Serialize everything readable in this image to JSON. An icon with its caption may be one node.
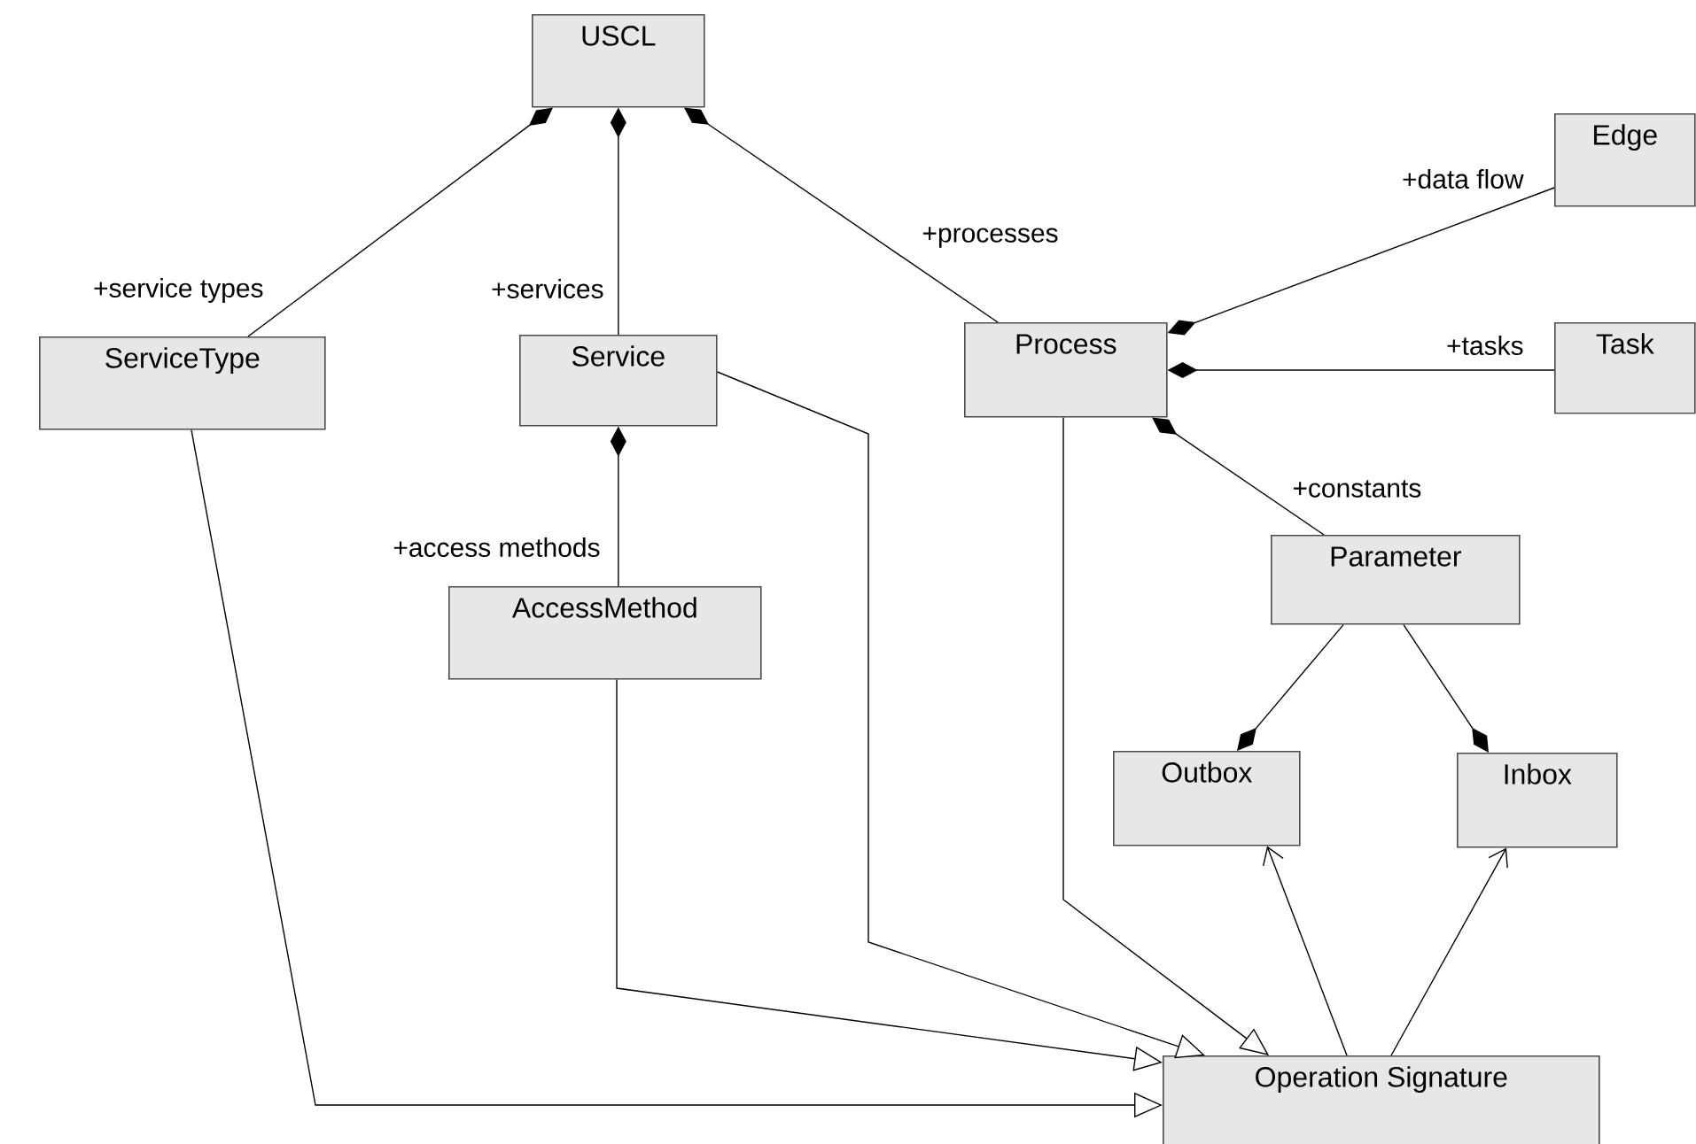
{
  "diagram": {
    "nodes": [
      {
        "text": [
          "USCL"
        ]
      },
      {
        "text": [
          "Edge"
        ]
      },
      {
        "text": [
          "ServiceType"
        ]
      },
      {
        "text": [
          "Service"
        ]
      },
      {
        "text": [
          "Process"
        ]
      },
      {
        "text": [
          "Task"
        ]
      },
      {
        "text": [
          "Parameter"
        ]
      },
      {
        "text": [
          "AccessMethod"
        ]
      },
      {
        "text": [
          "Outbox"
        ]
      },
      {
        "text": [
          "Inbox"
        ]
      },
      {
        "text": [
          "Operation Signature"
        ]
      }
    ],
    "edges": [
      {
        "from": 0,
        "to": 2,
        "arrow": "other",
        "label": "+service types"
      },
      {
        "from": 0,
        "to": 3,
        "arrow": "other",
        "label": "+services"
      },
      {
        "from": 0,
        "to": 4,
        "arrow": "other",
        "label": "+processes"
      },
      {
        "from": 4,
        "to": 1,
        "arrow": "other",
        "label": "+data flow"
      },
      {
        "from": 4,
        "to": 5,
        "arrow": "other",
        "label": "+tasks"
      },
      {
        "from": 4,
        "to": 6,
        "arrow": "other",
        "label": "+constants"
      },
      {
        "from": 3,
        "to": 7,
        "arrow": "other",
        "label": "+access methods"
      },
      {
        "from": 8,
        "to": 6,
        "arrow": "other"
      },
      {
        "from": 9,
        "to": 6,
        "arrow": "other"
      },
      {
        "from": 2,
        "to": 10,
        "arrow": "to"
      },
      {
        "from": 7,
        "to": 10,
        "arrow": "to"
      },
      {
        "from": 3,
        "to": 10,
        "arrow": "to"
      },
      {
        "from": 4,
        "to": 10,
        "arrow": "to"
      },
      {
        "from": 10,
        "to": 8,
        "arrow": "to"
      },
      {
        "from": 10,
        "to": 9,
        "arrow": "to"
      }
    ]
  }
}
